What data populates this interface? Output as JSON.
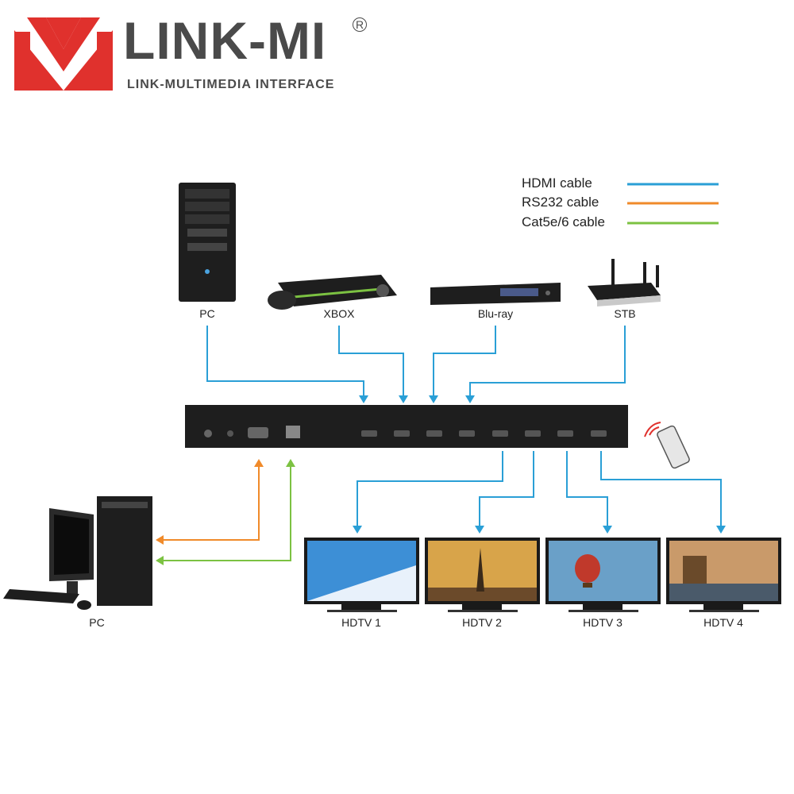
{
  "brand": {
    "name": "LINK-MI",
    "registered": "R",
    "tagline": "LINK-MULTIMEDIA INTERFACE"
  },
  "legend": [
    {
      "label": "HDMI cable",
      "color": "#2a9fd6"
    },
    {
      "label": "RS232 cable",
      "color": "#f08a2a"
    },
    {
      "label": "Cat5e/6 cable",
      "color": "#7cc242"
    }
  ],
  "sources": [
    {
      "label": "PC"
    },
    {
      "label": "XBOX"
    },
    {
      "label": "Blu-ray"
    },
    {
      "label": "STB"
    }
  ],
  "outputs": [
    {
      "label": "HDTV 1"
    },
    {
      "label": "HDTV 2"
    },
    {
      "label": "HDTV 3"
    },
    {
      "label": "HDTV 4"
    }
  ],
  "control_pc": {
    "label": "PC"
  },
  "colors": {
    "hdmi": "#2a9fd6",
    "rs232": "#f08a2a",
    "cat": "#7cc242",
    "logo_red": "#e0312d",
    "device": "#1e1e1e"
  }
}
